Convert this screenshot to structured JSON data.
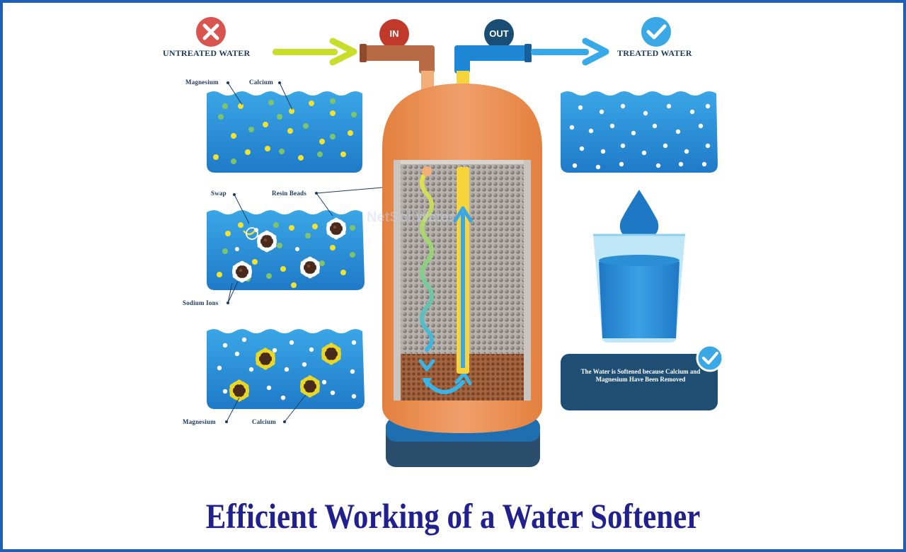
{
  "title": "Efficient Working of a Water Softener",
  "labels": {
    "untreated_water": "UNTREATED WATER",
    "treated_water": "TREATED WATER",
    "in": "IN",
    "out": "OUT",
    "magnesium_top": "Magnesium",
    "calcium_top": "Calcium",
    "swap": "Swap",
    "resin_beads": "Resin Beads",
    "sodium_ions": "Sodium Ions",
    "magnesium_bottom": "Magnesium",
    "calcium_bottom": "Calcium"
  },
  "note": "The Water is Softened because Calcium and Magnesium Have Been Removed",
  "watermark": "NetSol Water",
  "colors": {
    "frame": "#1f5fb4",
    "title": "#20208f",
    "water_blue": "#1d8fd8",
    "tank_orange": "#ec8f56",
    "base_navy": "#1f4e74",
    "in_red": "#c0392b",
    "out_navy": "#1a4d73",
    "check_blue": "#3aa7e6",
    "x_red": "#d9534f"
  },
  "icons": [
    "x-icon",
    "check-icon",
    "arrow-right-icon",
    "water-drop-icon",
    "glass-icon"
  ]
}
